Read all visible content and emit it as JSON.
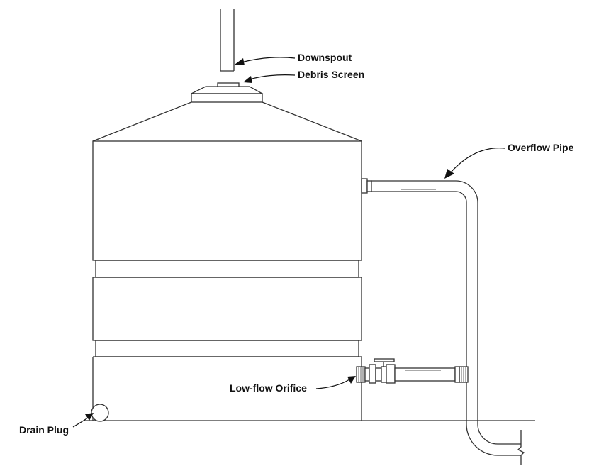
{
  "labels": {
    "downspout": "Downspout",
    "debris_screen": "Debris Screen",
    "overflow_pipe": "Overflow Pipe",
    "low_flow_orifice": "Low-flow Orifice",
    "drain_plug": "Drain Plug"
  },
  "colors": {
    "line": "#333333",
    "text": "#111111",
    "background": "#ffffff"
  }
}
